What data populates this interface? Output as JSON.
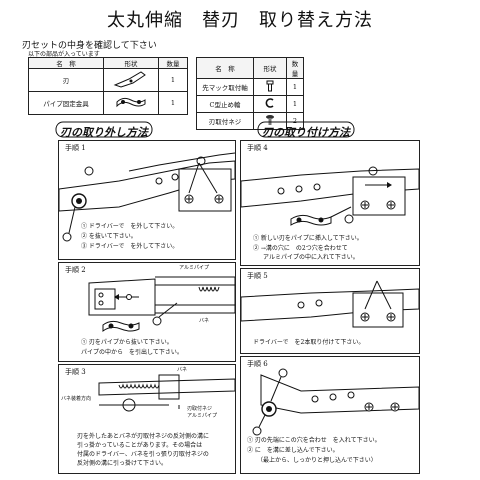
{
  "title": "太丸伸縮　替刃　取り替え方法",
  "subtitle": "刃セットの中身を確認して下さい",
  "note": "以下の部品が入っています",
  "parts_table": {
    "headers": [
      "名　称",
      "形状",
      "数量"
    ],
    "left_rows": [
      {
        "name": "刃",
        "qty": "1"
      },
      {
        "name": "パイプ固定金具",
        "qty": "1"
      }
    ],
    "right_rows": [
      {
        "name": "先マック取付軸",
        "qty": "1"
      },
      {
        "name": "C型止め輪",
        "qty": "1"
      },
      {
        "name": "刃取付ネジ",
        "qty": "2"
      }
    ]
  },
  "sections": {
    "removal": "刃の取り外し方法",
    "install": "刃の取り付け方法"
  },
  "steps": {
    "s1": {
      "label": "手順 1",
      "lines": [
        "① ドライバーで　を外して下さい。",
        "② を抜いて下さい。",
        "③ ドライバーで　を外して下さい。"
      ]
    },
    "s2": {
      "label": "手順 2",
      "pipe": "アルミパイプ",
      "spring": "バネ",
      "lines": [
        "① 刃をパイプから抜いて下さい。",
        "パイプの中から　を引出して下さい。"
      ]
    },
    "s3": {
      "label": "手順 3",
      "spring": "バネ",
      "side_label": "バネ装着方向",
      "small_labels": [
        "刃取付ネジ",
        "アルミパイプ"
      ],
      "lines": [
        "刃を外したあとバネが刃取付ネジの反対側の溝に",
        "引っ掛かっていることがあります。その場合は",
        "付属のドライバー、バネを引っ張り刃取付ネジの",
        "反対側の溝に引っ掛けて下さい。"
      ]
    },
    "s4": {
      "label": "手順 4",
      "lines": [
        "① 新しい刃をパイプに挿入して下さい。",
        "② →溝の穴に　の2つ穴を合わせて",
        "アルミパイプの中に入れて下さい。"
      ]
    },
    "s5": {
      "label": "手順 5",
      "lines": [
        "ドライバーで　を2本取り付けて下さい。"
      ]
    },
    "s6": {
      "label": "手順 6",
      "lines": [
        "① 刃の先端にこの穴を合わせ　を入れて下さい。",
        "② に　を溝に差し込んで下さい。",
        "（最上から、しっかりと押し込んで下さい）"
      ]
    }
  }
}
